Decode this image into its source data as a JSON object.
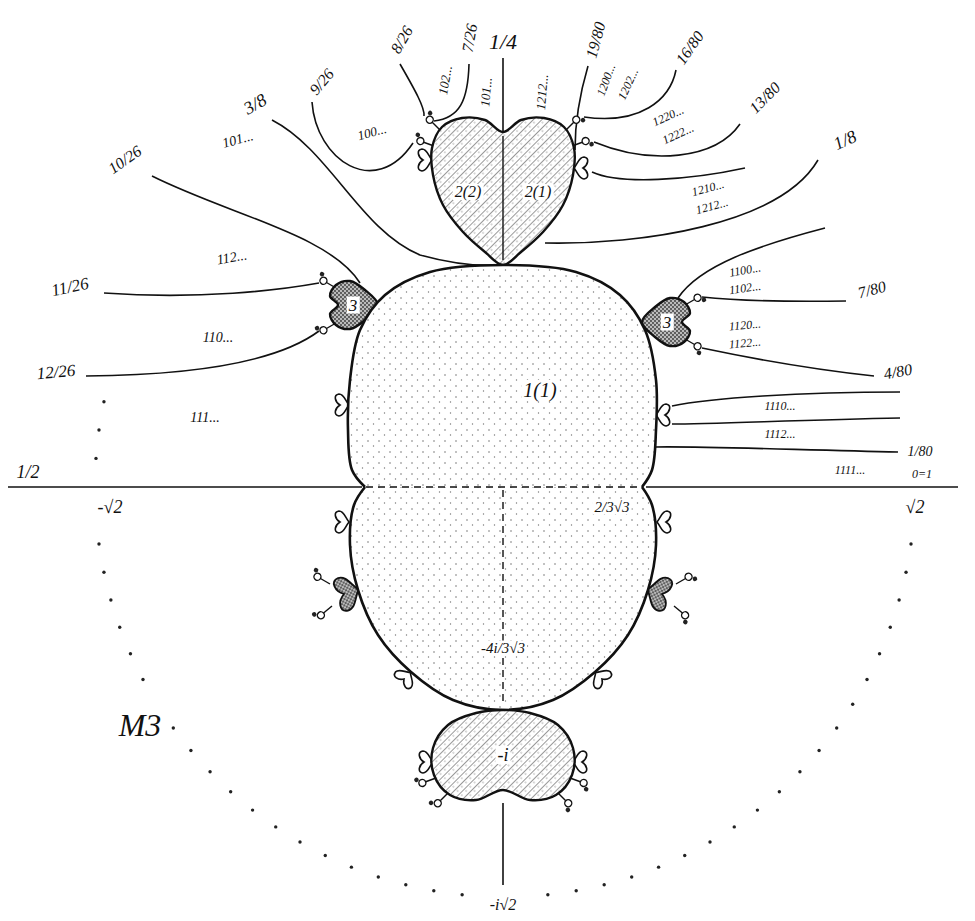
{
  "diagram": {
    "nodes": [
      {
        "text": [
          "2(2)",
          "2(1)"
        ]
      },
      {
        "text": [
          "3"
        ]
      },
      {
        "text": [
          "1(1)"
        ]
      },
      {
        "text": [
          "3"
        ]
      },
      {
        "text": [
          "2/3√3",
          "-4i/3√3"
        ]
      },
      {
        "text": [
          "-i"
        ]
      }
    ],
    "labels": [
      "1/4",
      "7/26",
      "8/26",
      "9/26",
      "3/8",
      "10/26",
      "11/26",
      "12/26",
      "1/2",
      "102...",
      "101...",
      "100...",
      "101...",
      "112...",
      "110...",
      "111...",
      "19/80",
      "1212...",
      "1200...",
      "1202...",
      "16/80",
      "1220...",
      "1222...",
      "13/80",
      "1210...",
      "1212...",
      "1/8",
      "1100...",
      "1102...",
      "7/80",
      "1120...",
      "1122...",
      "4/80",
      "1110...",
      "1112...",
      "1/80",
      "1111...",
      "0=1",
      "-√2",
      "√2",
      "M3",
      "-i√2"
    ]
  }
}
